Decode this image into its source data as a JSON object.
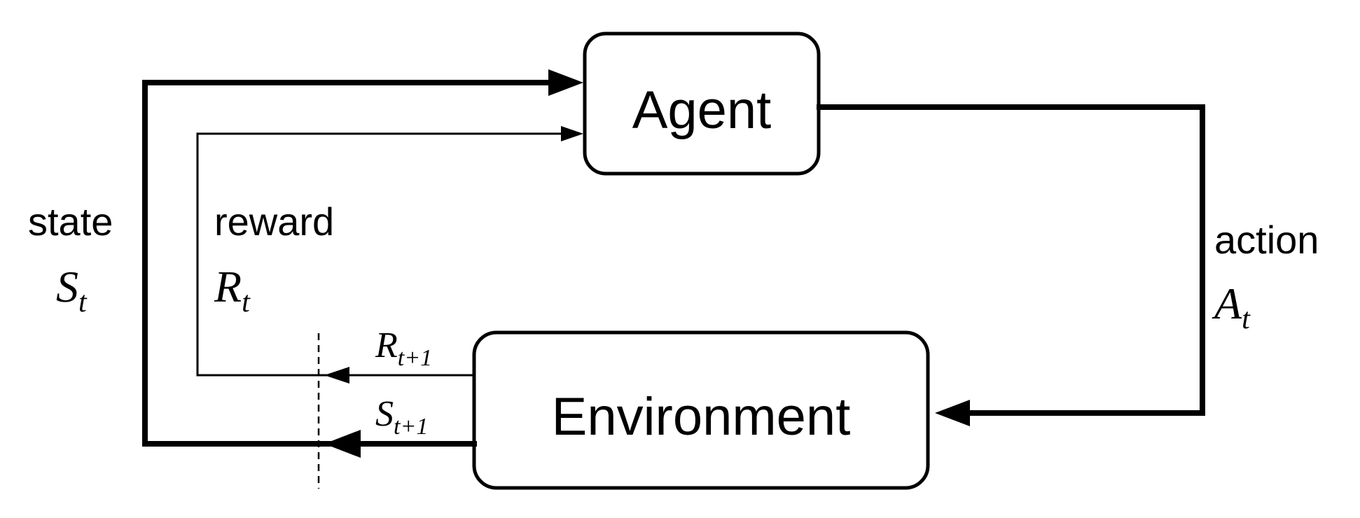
{
  "agent_box": {
    "label": "Agent"
  },
  "environment_box": {
    "label": "Environment"
  },
  "labels": {
    "state": {
      "word": "state",
      "symbol": "S",
      "subscript": "t"
    },
    "reward": {
      "word": "reward",
      "symbol": "R",
      "subscript": "t"
    },
    "action": {
      "word": "action",
      "symbol": "A",
      "subscript": "t"
    },
    "next_reward": {
      "symbol": "R",
      "subscript": "t+1"
    },
    "next_state": {
      "symbol": "S",
      "subscript": "t+1"
    }
  }
}
